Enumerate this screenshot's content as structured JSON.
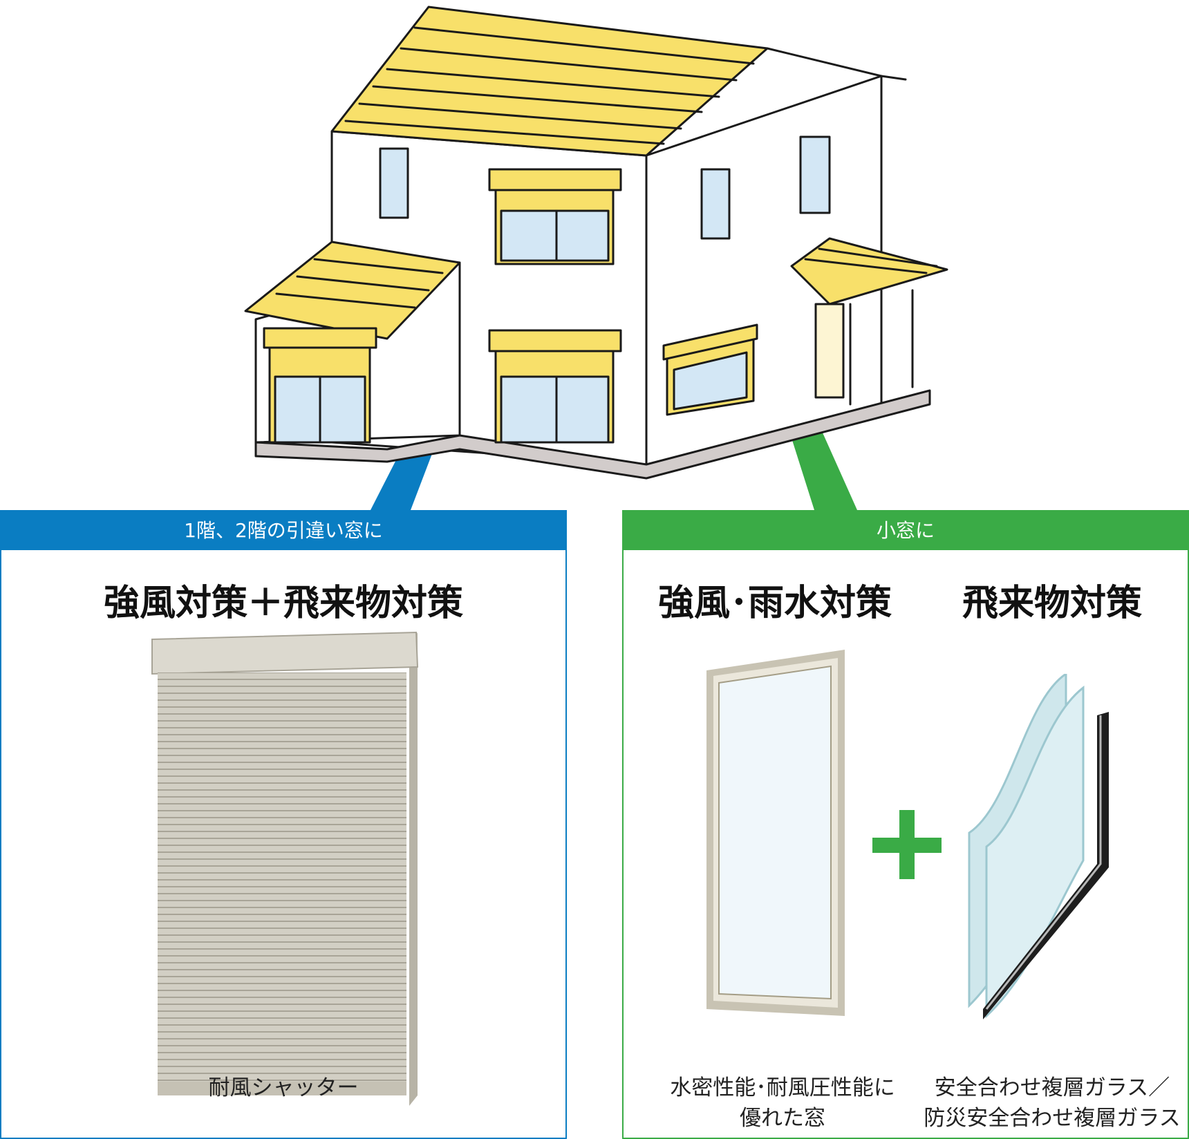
{
  "left_panel": {
    "ribbon": "1階、2階の引違い窓に",
    "heading": "強風対策＋飛来物対策",
    "product_caption": "耐風シャッター"
  },
  "right_panel": {
    "ribbon": "小窓に",
    "heading_left": "強風･雨水対策",
    "heading_right": "飛来物対策",
    "caption_window_line1": "水密性能･耐風圧性能に",
    "caption_window_line2": "優れた窓",
    "caption_glass_line1": "安全合わせ複層ガラス／",
    "caption_glass_line2": "防災安全合わせ複層ガラス"
  },
  "colors": {
    "left_accent": "#0a7dc2",
    "right_accent": "#3aab46",
    "roof": "#f8e06a",
    "window": "#d3e7f5",
    "ground": "#d2cccb"
  }
}
